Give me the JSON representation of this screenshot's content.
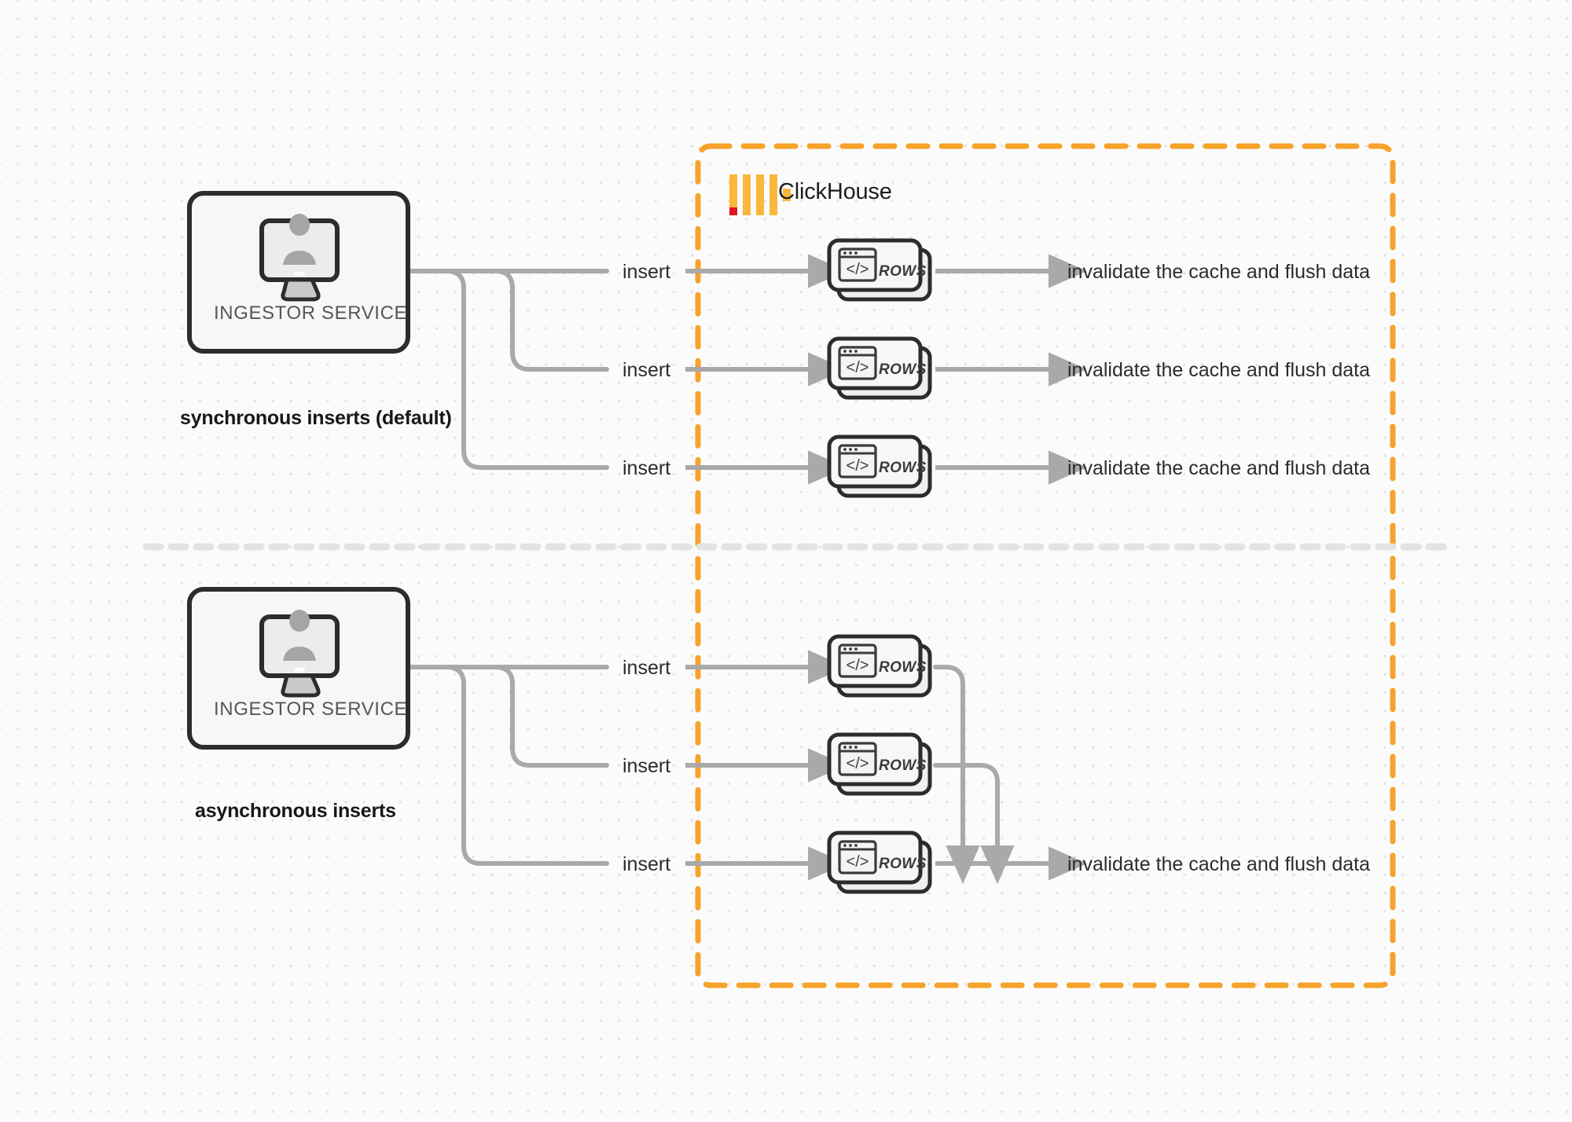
{
  "diagram": {
    "title": "ClickHouse synchronous vs asynchronous inserts",
    "colors": {
      "accent_orange": "#f6a32a",
      "logo_red": "#e5121f",
      "connector_gray": "#a9a9a9",
      "box_border": "#2b2c30",
      "background": "#fbfbfb",
      "grid_dot": "#e3e1e1"
    },
    "container": {
      "name": "ClickHouse",
      "logo_icon": "clickhouse-logo-icon",
      "border_style": "dashed"
    },
    "divider": {
      "style": "dashed",
      "color": "#e2e2e2"
    },
    "sections": [
      {
        "id": "synchronous",
        "caption": "synchronous inserts (default)",
        "source": {
          "label": "INGESTOR SERVICE",
          "icon": "monitor-user-icon"
        },
        "flows": [
          {
            "insert_label": "insert",
            "node_label": "ROWS",
            "node_icon": "code-window-icon",
            "result_label": "invalidate the cache and flush data"
          },
          {
            "insert_label": "insert",
            "node_label": "ROWS",
            "node_icon": "code-window-icon",
            "result_label": "invalidate the cache and flush data"
          },
          {
            "insert_label": "insert",
            "node_label": "ROWS",
            "node_icon": "code-window-icon",
            "result_label": "invalidate the cache and flush data"
          }
        ]
      },
      {
        "id": "asynchronous",
        "caption": "asynchronous inserts",
        "source": {
          "label": "INGESTOR SERVICE",
          "icon": "monitor-user-icon"
        },
        "flows": [
          {
            "insert_label": "insert",
            "node_label": "ROWS",
            "node_icon": "code-window-icon",
            "result_label": ""
          },
          {
            "insert_label": "insert",
            "node_label": "ROWS",
            "node_icon": "code-window-icon",
            "result_label": ""
          },
          {
            "insert_label": "insert",
            "node_label": "ROWS",
            "node_icon": "code-window-icon",
            "result_label": "invalidate the cache and flush data"
          }
        ],
        "merged_result_label": "invalidate the cache and flush data"
      }
    ]
  }
}
